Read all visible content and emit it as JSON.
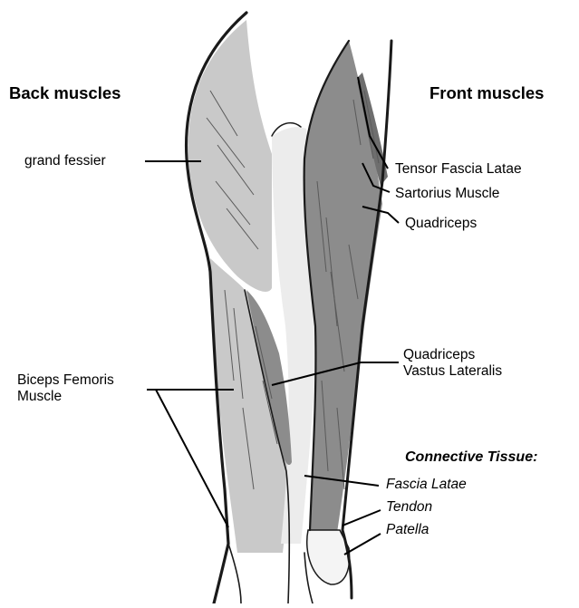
{
  "headings": {
    "back": "Back muscles",
    "front": "Front muscles"
  },
  "labels": {
    "grand_fessier": "grand fessier",
    "tensor": "Tensor Fascia Latae",
    "sartorius": "Sartorius Muscle",
    "quadriceps": "Quadriceps",
    "vastus_line1": "Quadriceps",
    "vastus_line2": "Vastus Lateralis",
    "biceps_line1": "Biceps Femoris",
    "biceps_line2": "Muscle"
  },
  "connective": {
    "title": "Connective Tissue:",
    "fascia": "Fascia Latae",
    "tendon": "Tendon",
    "patella": "Patella"
  },
  "colors": {
    "light_muscle": "#c9c9c9",
    "dark_muscle": "#8c8c8c",
    "outline": "#1a1a1a"
  }
}
